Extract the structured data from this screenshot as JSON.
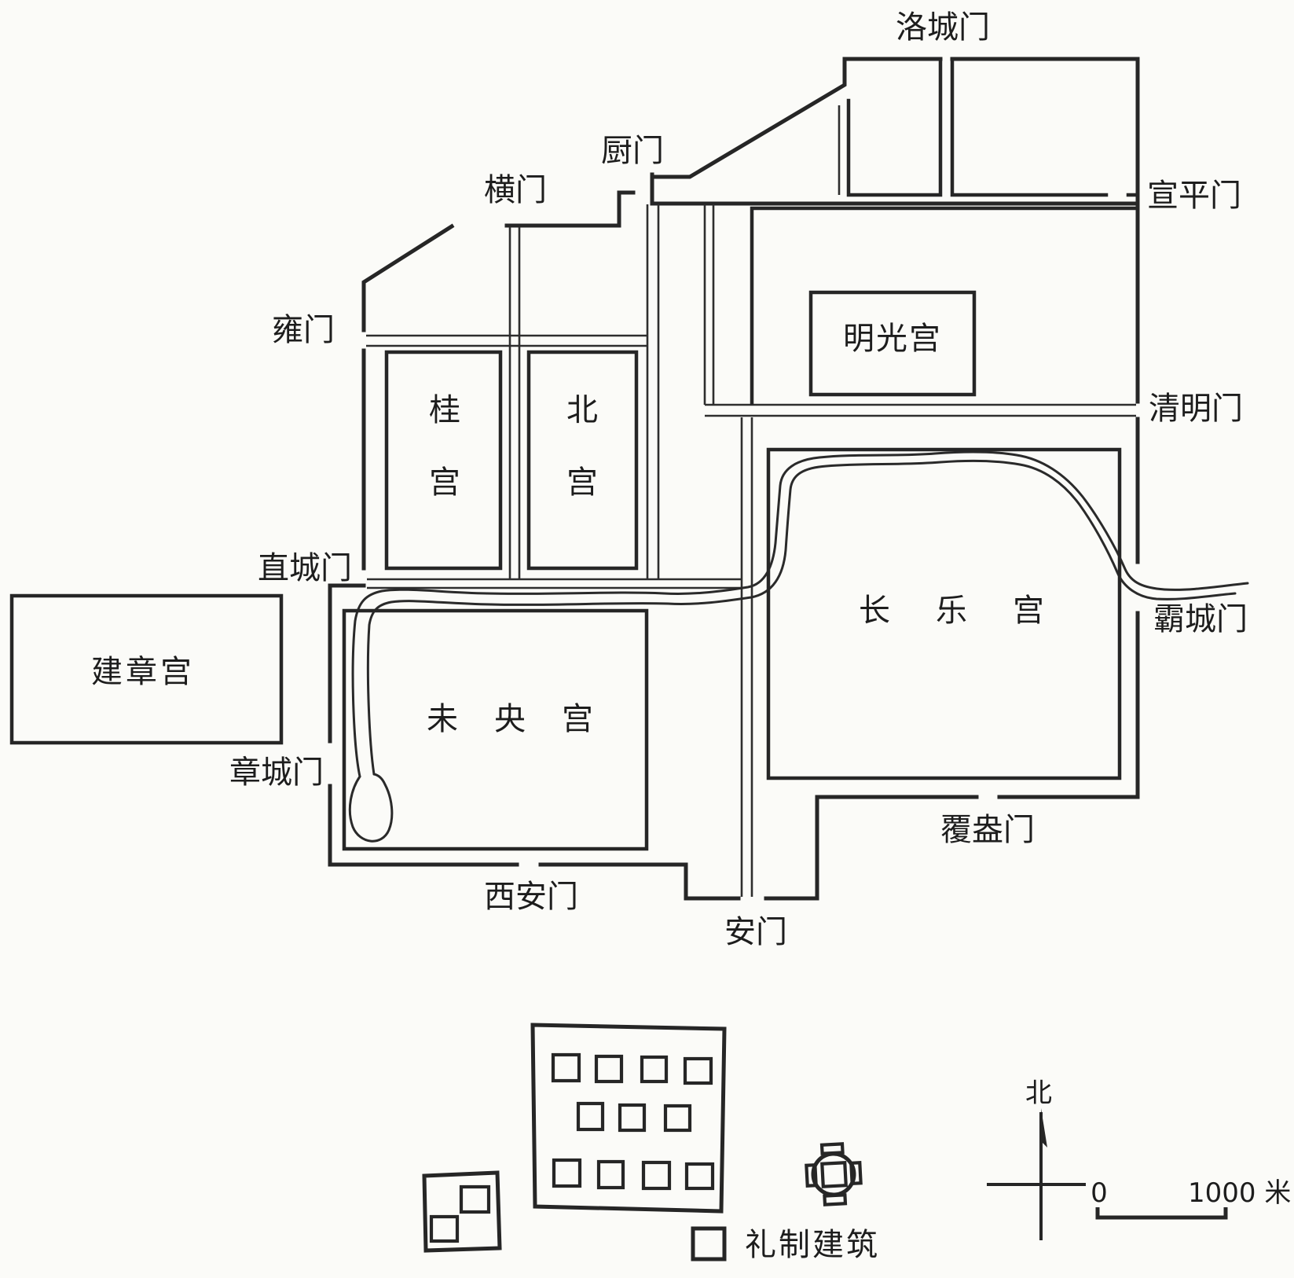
{
  "page": {
    "background": "#fbfbf8",
    "ink": "#262626"
  },
  "gates": {
    "luocheng": {
      "label": "洛城门"
    },
    "xuanping": {
      "label": "宣平门"
    },
    "qingming": {
      "label": "清明门"
    },
    "bacheng": {
      "label": "霸城门"
    },
    "fuang": {
      "label": "覆盎门"
    },
    "anmen": {
      "label": "安门"
    },
    "xian": {
      "label": "西安门"
    },
    "zhangcheng": {
      "label": "章城门"
    },
    "zhicheng": {
      "label": "直城门"
    },
    "yong": {
      "label": "雍门"
    },
    "heng": {
      "label": "横门"
    },
    "chu": {
      "label": "厨门"
    }
  },
  "palaces": {
    "jianzhang": {
      "label": "建章宫"
    },
    "gui": {
      "label": "桂宫"
    },
    "bei": {
      "label": "北宫"
    },
    "mingguang": {
      "label": "明光宫"
    },
    "changle": {
      "label": "长乐宫"
    },
    "weiyang": {
      "label": "未央宫"
    }
  },
  "features": {
    "legend_label": "礼制建筑",
    "compass_north": "北",
    "scale_zero": "0",
    "scale_end": "1000 米"
  }
}
